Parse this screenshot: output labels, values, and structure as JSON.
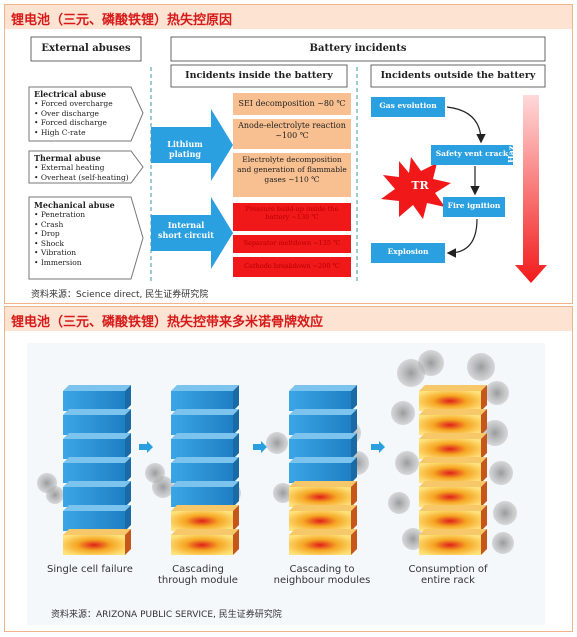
{
  "section1": {
    "title": "锂电池（三元、磷酸铁锂）热失控原因",
    "external_abuses_header": "External abuses",
    "battery_incidents_header": "Battery incidents",
    "inside_header": "Incidents inside the battery",
    "outside_header": "Incidents outside the battery",
    "electrical": {
      "title": "Electrical abuse",
      "items": [
        "Forced overcharge",
        "Over discharge",
        "Forced discharge",
        "High C-rate"
      ]
    },
    "thermal": {
      "title": "Thermal abuse",
      "items": [
        "External heating",
        "Overheat (self-heating)"
      ]
    },
    "mechanical": {
      "title": "Mechanical abuse",
      "items": [
        "Penetration",
        "Crash",
        "Drop",
        "Shock",
        "Vibration",
        "Immersion"
      ]
    },
    "lithium_plating": "Lithium plating",
    "internal_short": "Internal short circuit",
    "sei": "SEI decomposition ~80 ℃",
    "anode": "Anode-electrolyte reaction ~100 ℃",
    "electrolyte": "Electrolyte decomposition and generation of flammable gases ~110 ℃",
    "red1": "Pressure build-up inside the battery ~130 ℃",
    "red2": "Separator meltdown ~135 ℃",
    "red3": "Cathode breakdown ~200 ℃",
    "tr": "TR",
    "gas": "Gas evolution",
    "vent": "Safety vent crack",
    "fire": "Fire ignition",
    "explosion": "Explosion",
    "hazard": "Hazard level",
    "source": "资料来源：Science direct, 民生证券研究院",
    "colors": {
      "blue": "#2aa0e0",
      "orange": "#f8c090",
      "red": "#f01818"
    }
  },
  "section2": {
    "title": "锂电池（三元、磷酸铁锂）热失控带来多米诺骨牌效应",
    "captions": [
      "Single cell failure",
      "Cascading through module",
      "Cascading to neighbour modules",
      "Consumption of entire rack"
    ],
    "source": "资料来源：ARIZONA PUBLIC SERVICE, 民生证券研究院"
  }
}
